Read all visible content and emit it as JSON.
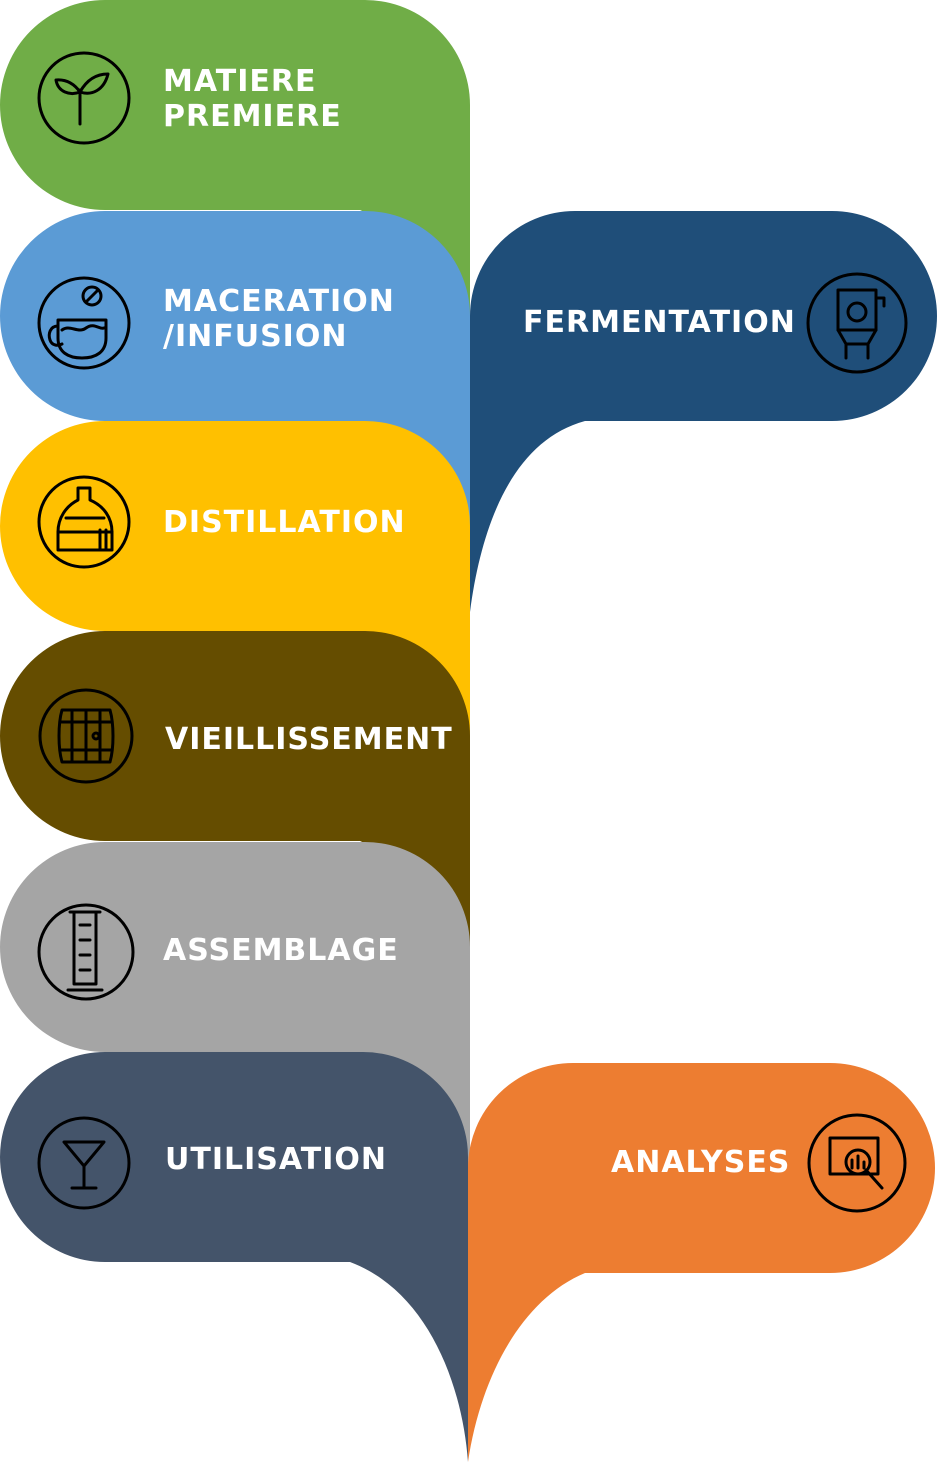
{
  "steps": [
    {
      "id": "matiere-premiere",
      "line1": "MATIERE",
      "line2": "PREMIERE",
      "color": "#70ad47",
      "icon": "sprout-icon"
    },
    {
      "id": "maceration",
      "line1": "MACERATION",
      "line2": "/INFUSION",
      "color": "#5b9bd5",
      "icon": "teacup-leaf-icon"
    },
    {
      "id": "fermentation",
      "line1": "FERMENTATION",
      "color": "#1f4e79",
      "icon": "fermentation-tank-icon"
    },
    {
      "id": "distillation",
      "line1": "DISTILLATION",
      "color": "#ffc000",
      "icon": "still-icon"
    },
    {
      "id": "vieillissement",
      "line1": "VIEILLISSEMENT",
      "color": "#654d00",
      "icon": "barrel-icon"
    },
    {
      "id": "assemblage",
      "line1": "ASSEMBLAGE",
      "color": "#a5a5a5",
      "icon": "graduated-cylinder-icon"
    },
    {
      "id": "utilisation",
      "line1": "UTILISATION",
      "color": "#44546a",
      "icon": "cocktail-glass-icon"
    },
    {
      "id": "analyses",
      "line1": "ANALYSES",
      "color": "#ed7d31",
      "icon": "magnifier-chart-icon"
    }
  ]
}
